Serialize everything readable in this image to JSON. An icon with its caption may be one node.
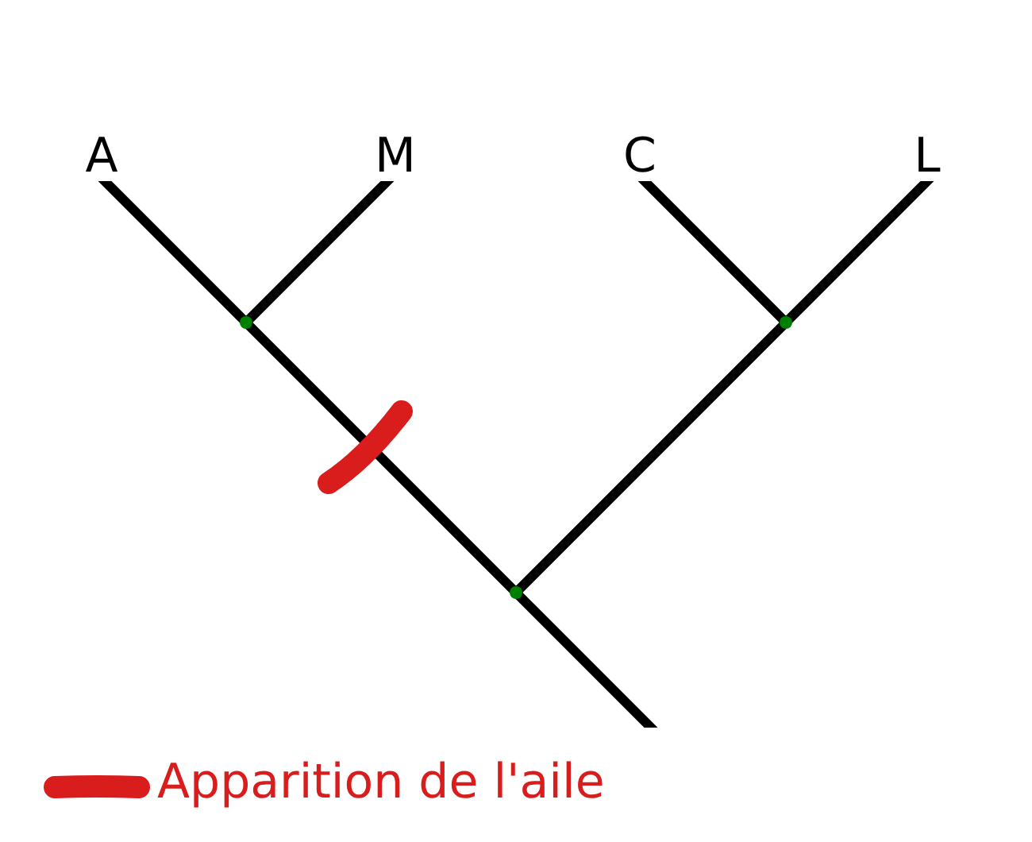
{
  "diagram": {
    "nodes": [
      {
        "text": [
          "A"
        ]
      },
      {
        "text": [
          "M"
        ]
      },
      {
        "text": [
          "C"
        ]
      },
      {
        "text": [
          "L"
        ]
      },
      {
        "text": [],
        "shape": "circle"
      },
      {
        "text": [],
        "shape": "circle"
      },
      {
        "text": [],
        "shape": "circle"
      }
    ],
    "edges": [
      {
        "from": 4,
        "to": 0,
        "arrow": "none"
      },
      {
        "from": 4,
        "to": 1,
        "arrow": "none"
      },
      {
        "from": 5,
        "to": 2,
        "arrow": "none"
      },
      {
        "from": 5,
        "to": 3,
        "arrow": "none"
      },
      {
        "from": 6,
        "to": 4,
        "arrow": "none"
      },
      {
        "from": 6,
        "to": 5,
        "arrow": "none"
      },
      {
        "from": null,
        "to": 6,
        "arrow": "none"
      }
    ],
    "legend": [
      {
        "text": "Apparition de l'aile",
        "color": "#d91c1c"
      }
    ]
  }
}
